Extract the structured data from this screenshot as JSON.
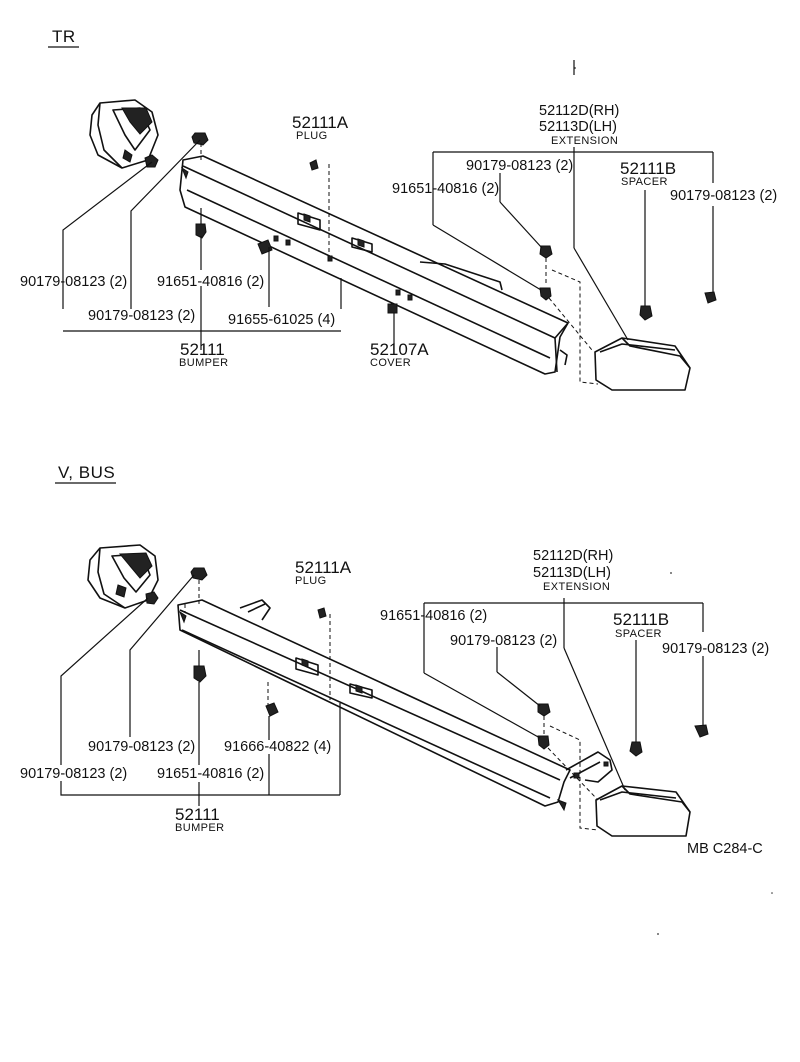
{
  "sections": [
    {
      "title": "TR",
      "labels": {
        "plug_pn": "52111A",
        "plug_name": "PLUG",
        "ext_rh": "52112D(RH)",
        "ext_lh": "52113D(LH)",
        "ext_name": "EXTENSION",
        "nut_mid": "90179-08123 (2)",
        "bolt_right": "91651-40816 (2)",
        "spacer_pn": "52111B",
        "spacer_name": "SPACER",
        "nut_right": "90179-08123 (2)",
        "nut_left_outer": "90179-08123 (2)",
        "bolt_left": "91651-40816 (2)",
        "nut_left_inner": "90179-08123 (2)",
        "screw": "91655-61025 (4)",
        "bumper_pn": "52111",
        "bumper_name": "BUMPER",
        "cover_pn": "52107A",
        "cover_name": "COVER"
      }
    },
    {
      "title": "V, BUS",
      "labels": {
        "plug_pn": "52111A",
        "plug_name": "PLUG",
        "ext_rh": "52112D(RH)",
        "ext_lh": "52113D(LH)",
        "ext_name": "EXTENSION",
        "bolt_right": "91651-40816 (2)",
        "nut_mid": "90179-08123 (2)",
        "spacer_pn": "52111B",
        "spacer_name": "SPACER",
        "nut_right": "90179-08123 (2)",
        "nut_left_inner": "90179-08123 (2)",
        "screw": "91666-40822 (4)",
        "nut_left_outer": "90179-08123 (2)",
        "bolt_left": "91651-40816 (2)",
        "bumper_pn": "52111",
        "bumper_name": "BUMPER"
      }
    }
  ],
  "footer": "MB  C284-C"
}
